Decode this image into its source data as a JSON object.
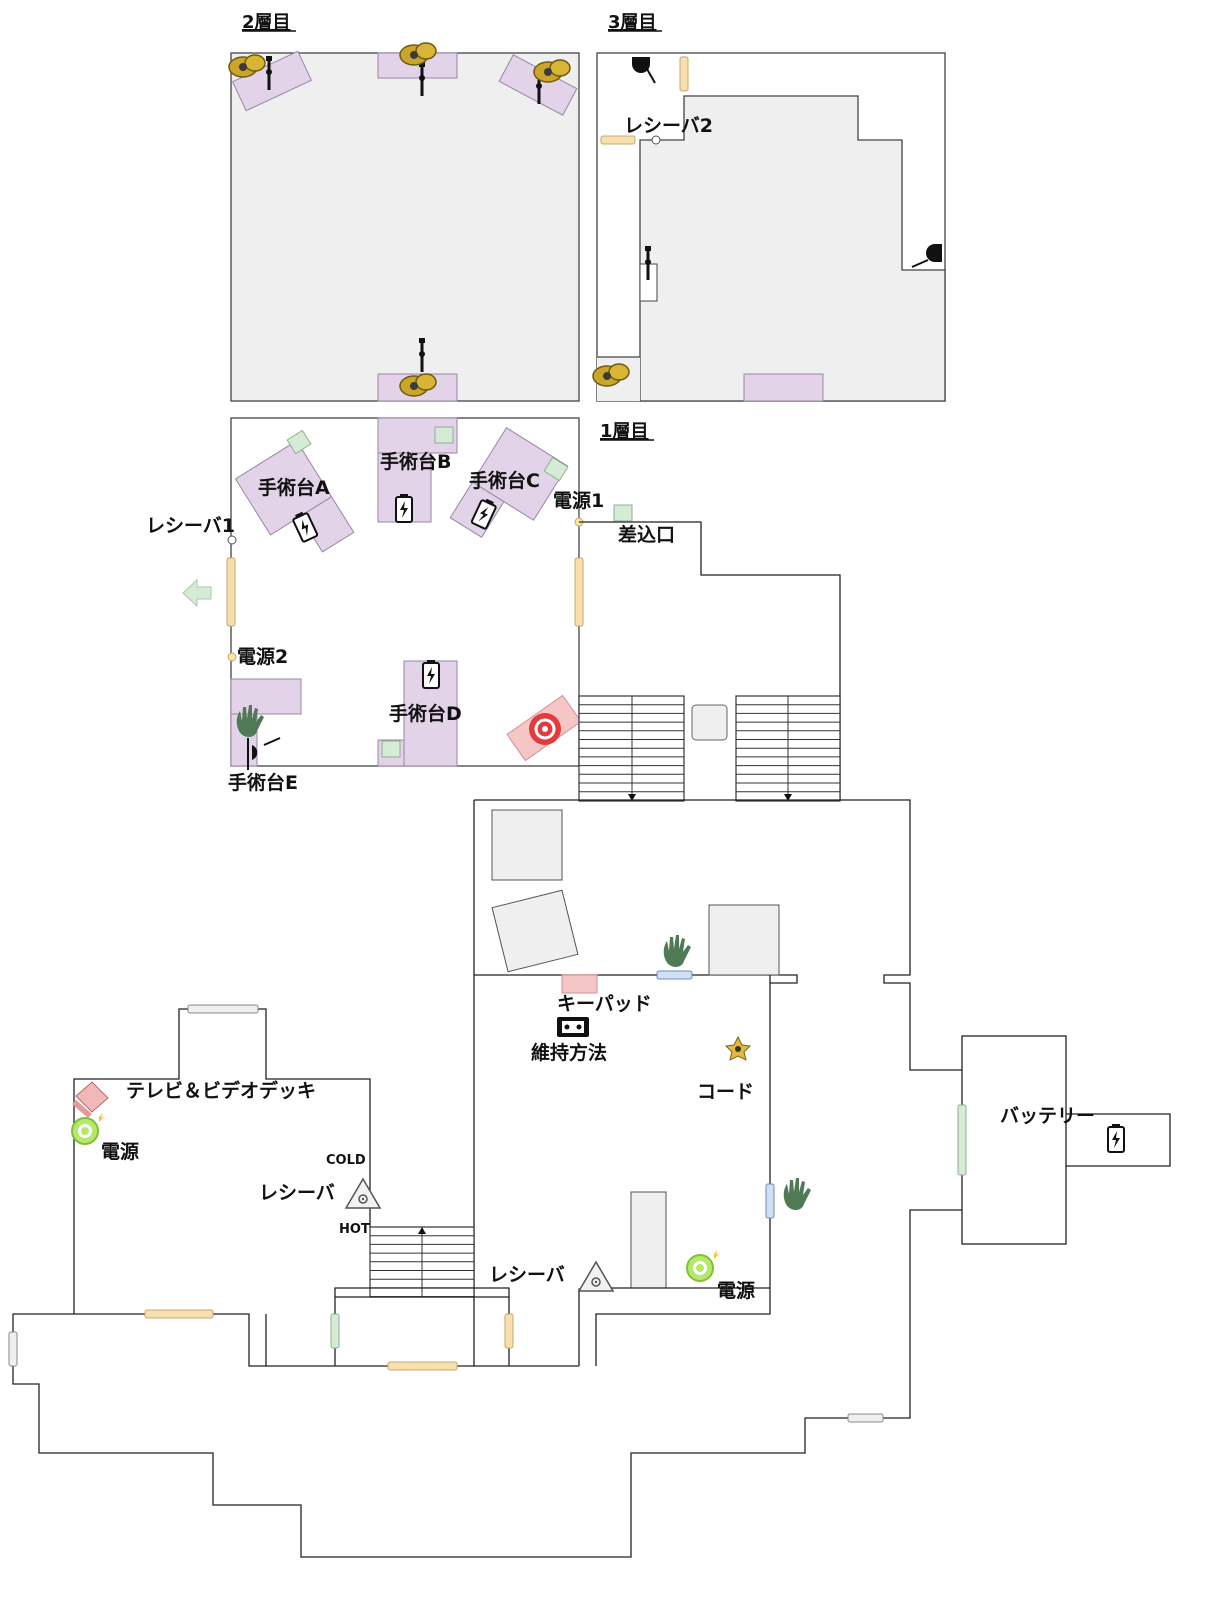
{
  "floors": {
    "floor2": "2層目",
    "floor3": "3層目",
    "floor1": "1層目"
  },
  "labels": {
    "table_a": "手術台A",
    "table_b": "手術台B",
    "table_c": "手術台C",
    "table_d": "手術台D",
    "table_e": "手術台E",
    "receiver1": "レシーバ1",
    "receiver2": "レシーバ2",
    "power1": "電源1",
    "power2": "電源2",
    "socket": "差込口",
    "keypad": "キーパッド",
    "maintenance": "維持方法",
    "code": "コード",
    "battery": "バッテリー",
    "tv": "テレビ＆ビデオデッキ",
    "power_left": "電源",
    "power_right": "電源",
    "receiver_left": "レシーバ",
    "receiver_mid": "レシーバ",
    "cold": "COLD",
    "hot": "HOT"
  },
  "colors": {
    "room_grey": "#efefef",
    "table_purple": "#e2d3e8",
    "table_border": "#9a86a6",
    "door_orange": "#f8dfb0",
    "door_green": "#d5ebd5",
    "door_blue": "#cfe0f3",
    "keypad_pink": "#f5c6c6",
    "hand_green": "#4f7a55"
  },
  "icons": [
    "battery-icon",
    "hand-icon",
    "lamp-icon",
    "horn-icon",
    "power-icon",
    "receiver-icon",
    "stairs-icon",
    "vhs-icon",
    "star-icon",
    "arrow-left-icon",
    "valve-icon",
    "laptop-icon"
  ]
}
